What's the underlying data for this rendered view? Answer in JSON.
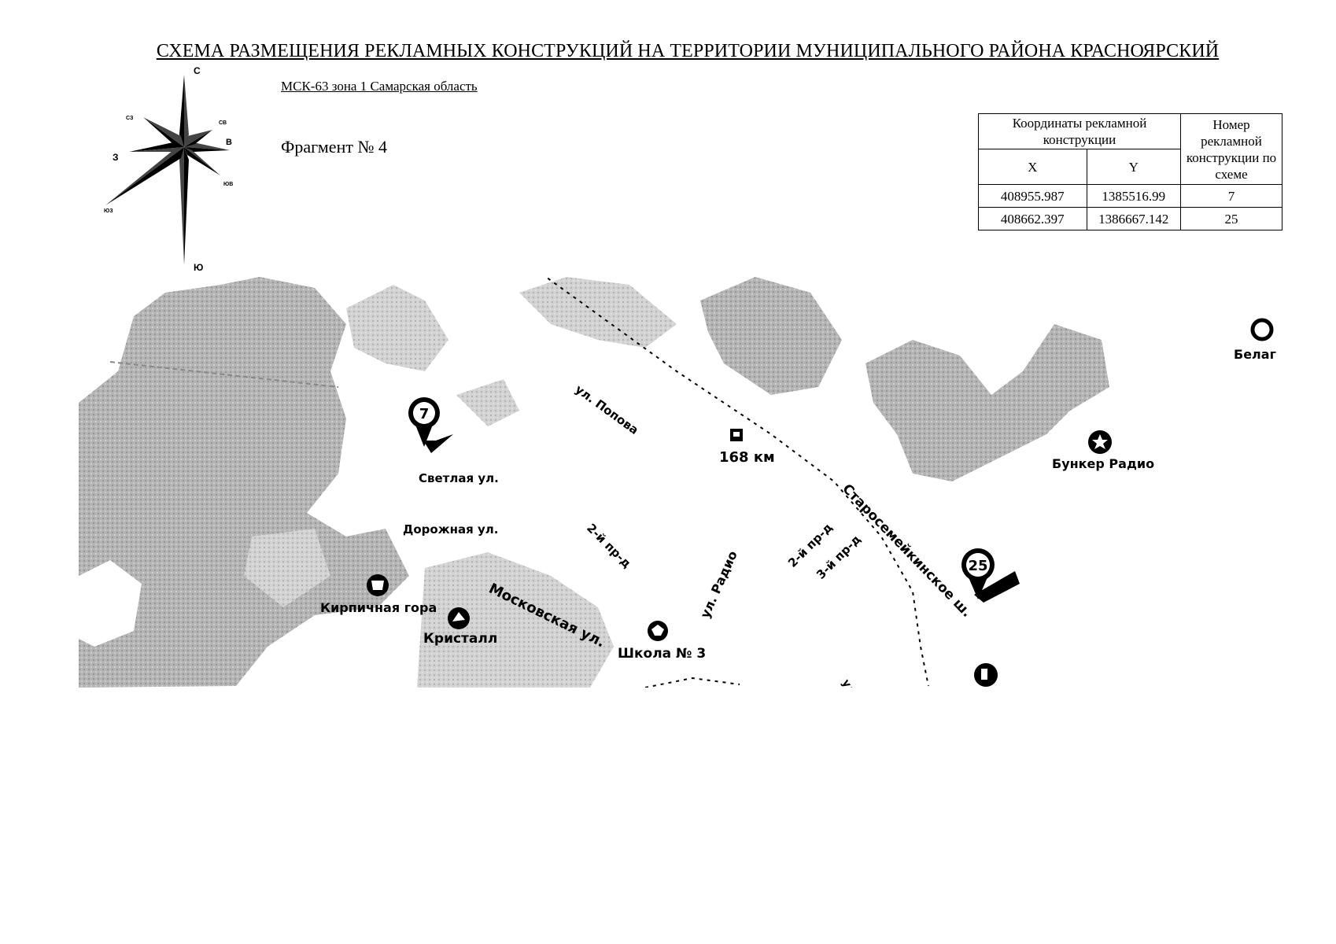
{
  "header": {
    "title": "СХЕМА РАЗМЕЩЕНИЯ РЕКЛАМНЫХ КОНСТРУКЦИЙ НА ТЕРРИТОРИИ МУНИЦИПАЛЬНОГО РАЙОНА КРАСНОЯРСКИЙ",
    "subtitle": "МСК-63 зона 1 Самарская область",
    "fragment": "Фрагмент № 4"
  },
  "compass": {
    "north": "С",
    "south": "Ю",
    "west": "З",
    "east": "В",
    "northwest": "СЗ",
    "northeast": "СВ",
    "southwest": "ЮЗ",
    "southeast": "ЮВ"
  },
  "table": {
    "header_coords": "Координаты рекламной конструкции",
    "header_number": "Номер рекламной конструкции по схеме",
    "col_x": "X",
    "col_y": "Y",
    "rows": [
      {
        "x": "408955.987",
        "y": "1385516.99",
        "number": "7"
      },
      {
        "x": "408662.397",
        "y": "1386667.142",
        "number": "25"
      }
    ]
  },
  "map": {
    "labels": {
      "popova": "ул. Попова",
      "km168": "168 км",
      "svetlaya": "Светлая ул.",
      "dorozhnaya": "Дорожная ул.",
      "proezd2a": "2-й пр-д",
      "proezd2b": "2-й пр-д",
      "proezd3": "3-й пр-д",
      "radio": "ул. Радио",
      "moskovskaya": "Московская ул.",
      "kirpichnaya": "Кирпичная гора",
      "kristall": "Кристалл",
      "shkola": "Школа № 3",
      "starosemeikinskoe": "Старосемейкинское ш.",
      "bunker": "Бункер Радио",
      "belag": "Белаг",
      "ul_bottom": "ул"
    },
    "markers": {
      "m7": "7",
      "m25": "25"
    }
  },
  "colors": {
    "ink": "#000000",
    "fill_dark": "#9a9a9a",
    "fill_light": "#c8c8c8"
  }
}
